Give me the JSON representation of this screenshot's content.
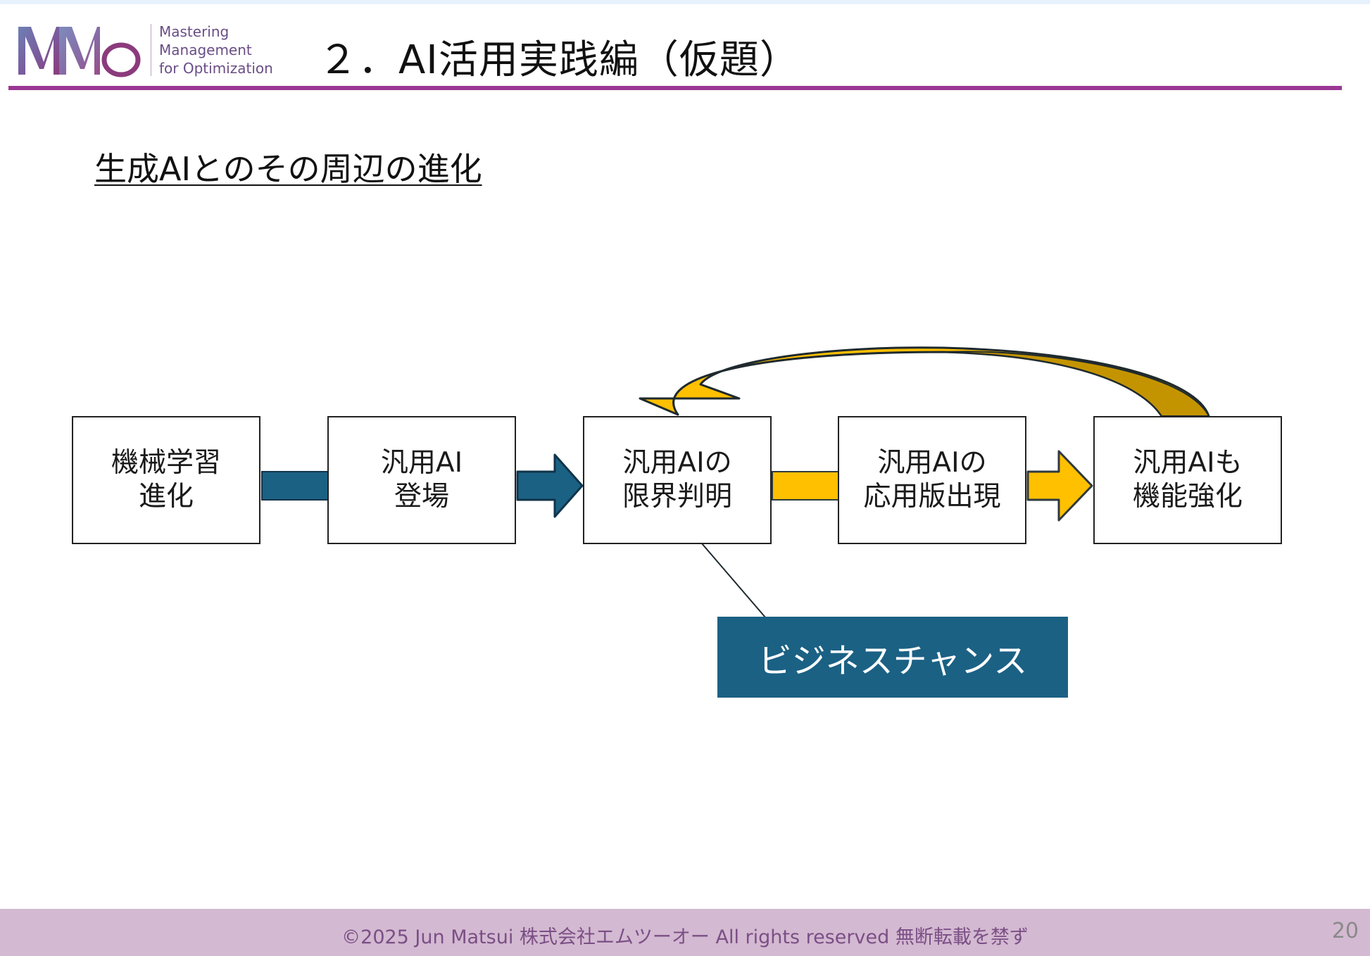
{
  "logo": {
    "mark": "MMo",
    "lines": [
      "Mastering",
      "Management",
      "for Optimization"
    ]
  },
  "slide": {
    "title": "２．AI活用実践編（仮題）",
    "subtitle": "生成AIとのその周辺の進化"
  },
  "flow": {
    "boxes": [
      {
        "line1": "機械学習",
        "line2": "進化"
      },
      {
        "line1": "汎用AI",
        "line2": "登場"
      },
      {
        "line1": "汎用AIの",
        "line2": "限界判明"
      },
      {
        "line1": "汎用AIの",
        "line2": "応用版出現"
      },
      {
        "line1": "汎用AIも",
        "line2": "機能強化"
      }
    ],
    "callout": "ビジネスチャンス"
  },
  "colors": {
    "accent_purple": "#9b3794",
    "arrow_blue": "#1b6184",
    "arrow_gold": "#ffc000",
    "footer_bg": "#d3b9d1"
  },
  "footer": {
    "copyright": "©2025  Jun Matsui  株式会社エムツーオー  All rights reserved     無断転載を禁ず",
    "page_number": "20"
  }
}
